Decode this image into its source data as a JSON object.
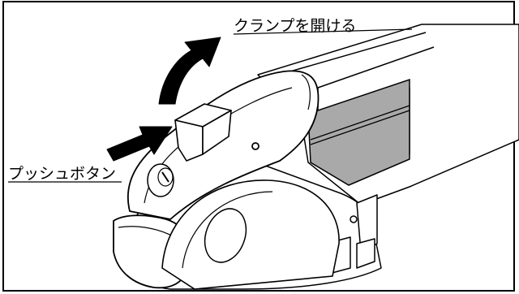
{
  "labels": {
    "open_clamp": "クランプを開ける",
    "push_button": "プッシュボタン"
  },
  "icons": {
    "open_arrow": "curved-arrow-up-right",
    "push_arrow": "arrow-right"
  },
  "colors": {
    "line": "#000000",
    "window_gray": "#a9a9a9",
    "arrow": "#000000",
    "background": "#ffffff"
  }
}
